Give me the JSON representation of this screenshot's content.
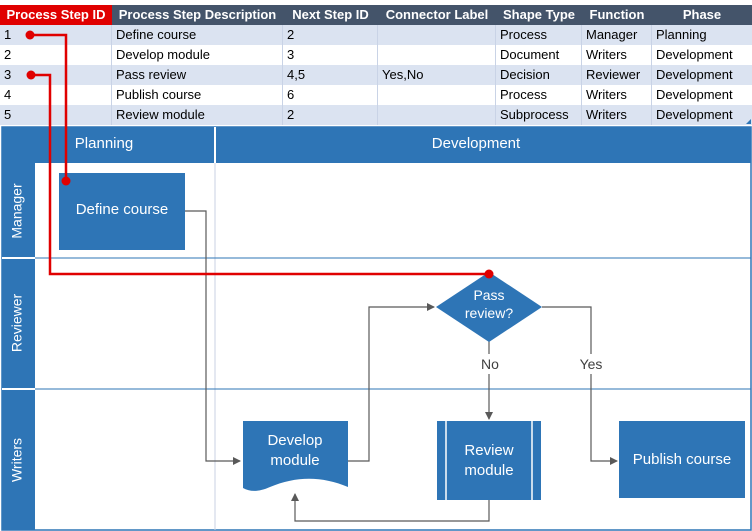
{
  "table": {
    "headers": [
      "Process Step ID",
      "Process Step Description",
      "Next Step ID",
      "Connector Label",
      "Shape Type",
      "Function",
      "Phase"
    ],
    "rows": [
      [
        "1",
        "Define course",
        "2",
        "",
        "Process",
        "Manager",
        "Planning"
      ],
      [
        "2",
        "Develop module",
        "3",
        "",
        "Document",
        "Writers",
        "Development"
      ],
      [
        "3",
        "Pass review",
        "4,5",
        "Yes,No",
        "Decision",
        "Reviewer",
        "Development"
      ],
      [
        "4",
        "Publish course",
        "6",
        "",
        "Process",
        "Writers",
        "Development"
      ],
      [
        "5",
        "Review module",
        "2",
        "",
        "Subprocess",
        "Writers",
        "Development"
      ]
    ]
  },
  "diagram": {
    "phases": [
      "Planning",
      "Development"
    ],
    "lanes": [
      "Manager",
      "Reviewer",
      "Writers"
    ],
    "shapes": {
      "define": [
        "Define course"
      ],
      "develop": [
        "Develop",
        "module"
      ],
      "pass": [
        "Pass",
        "review?"
      ],
      "review": [
        "Review",
        "module"
      ],
      "publish": [
        "Publish course"
      ]
    },
    "labels": {
      "no": "No",
      "yes": "Yes"
    }
  },
  "colors": {
    "header_bg": "#44546a",
    "header_first_bg": "#e00000",
    "row_alt": "#dbe3f1",
    "lane_header": "#2e75b6",
    "shape_fill": "#2e75b6",
    "connector": "#595959",
    "highlight": "#e00000"
  }
}
